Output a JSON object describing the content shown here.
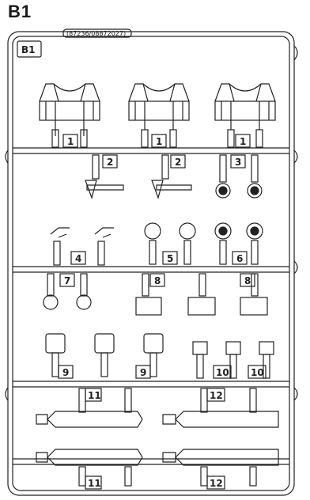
{
  "sheet": {
    "title": "B1",
    "frame_label": "B1",
    "part_code": "(87236/08872027)"
  },
  "parts": [
    {
      "number": "1"
    },
    {
      "number": "1"
    },
    {
      "number": "1"
    },
    {
      "number": "2"
    },
    {
      "number": "2"
    },
    {
      "number": "3"
    },
    {
      "number": "4"
    },
    {
      "number": "5"
    },
    {
      "number": "6"
    },
    {
      "number": "7"
    },
    {
      "number": "8"
    },
    {
      "number": "8"
    },
    {
      "number": "9"
    },
    {
      "number": "9"
    },
    {
      "number": "10"
    },
    {
      "number": "10"
    },
    {
      "number": "11"
    },
    {
      "number": "12"
    },
    {
      "number": "11"
    },
    {
      "number": "12"
    }
  ]
}
